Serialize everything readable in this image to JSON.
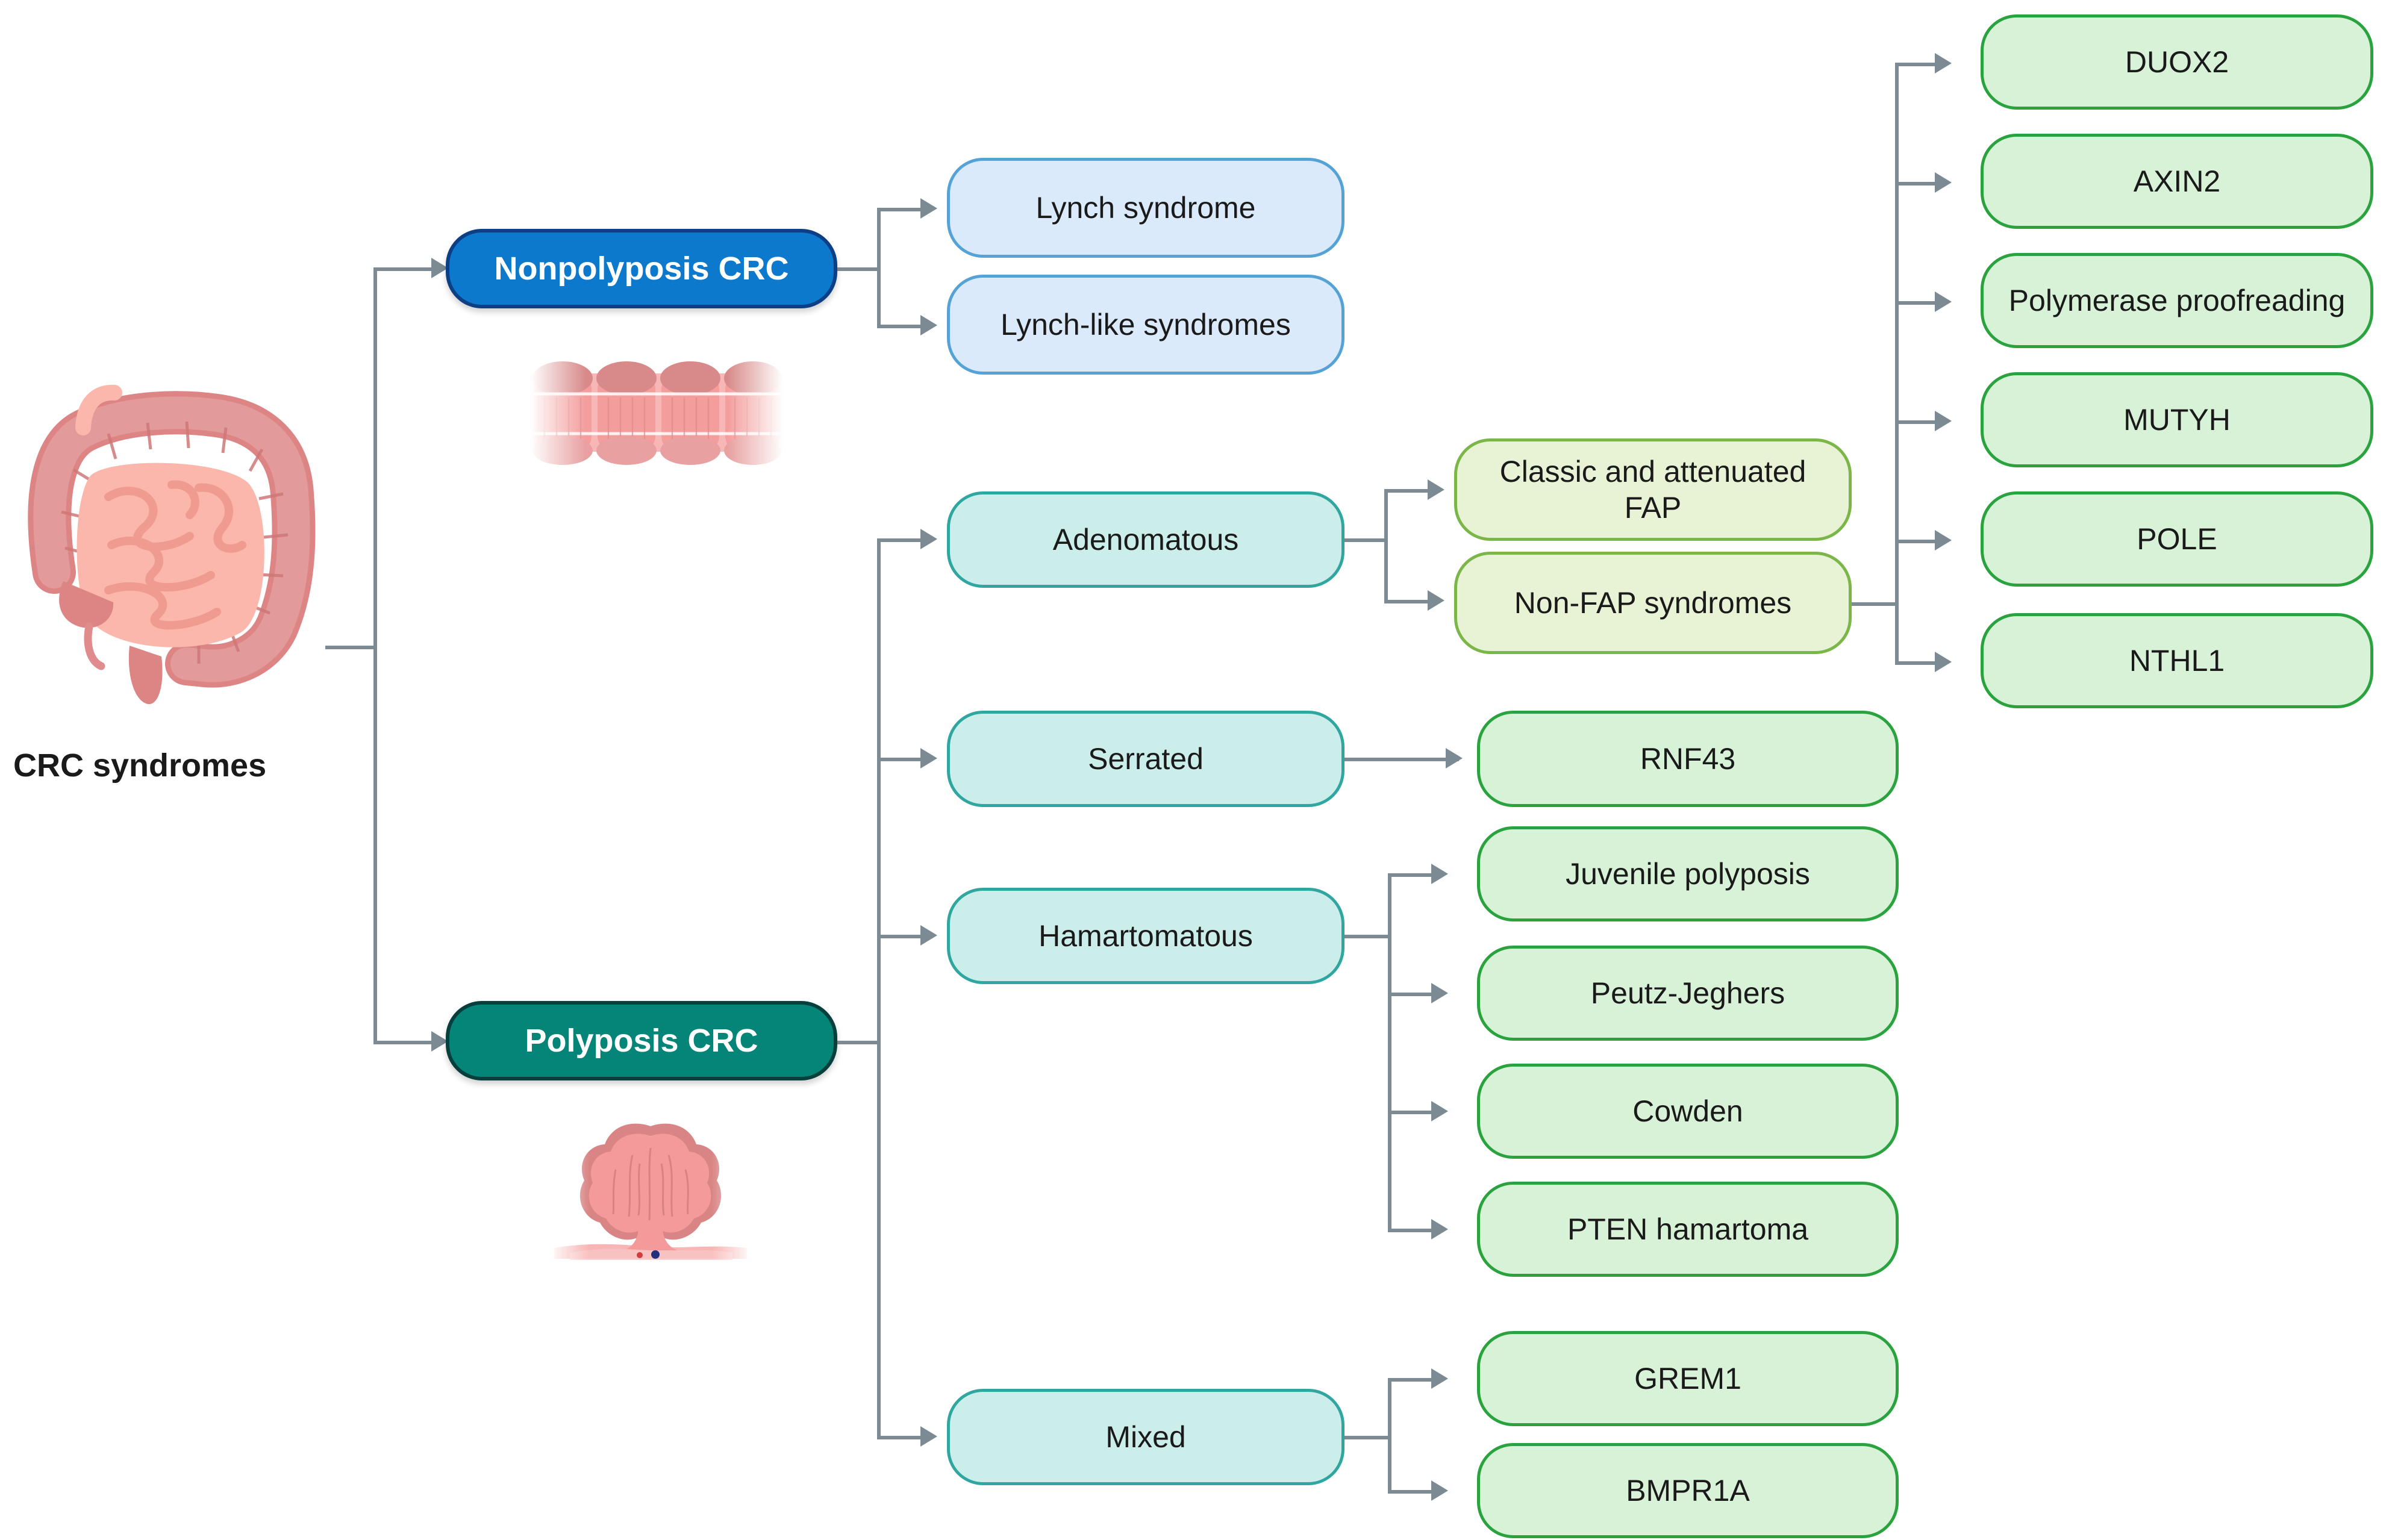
{
  "diagram": {
    "root": {
      "label": "CRC syndromes",
      "icon": "large-intestine-illustration"
    },
    "branches": [
      {
        "id": "nonpolyposis",
        "label": "Nonpolyposis CRC",
        "icon": "colon-mucosa-illustration",
        "children": [
          {
            "label": "Lynch syndrome"
          },
          {
            "label": "Lynch-like syndromes"
          }
        ]
      },
      {
        "id": "polyposis",
        "label": "Polyposis CRC",
        "icon": "colon-polyp-illustration",
        "children": [
          {
            "label": "Adenomatous",
            "children": [
              {
                "label": "Classic and attenuated FAP",
                "children": []
              },
              {
                "label": "Non-FAP syndromes",
                "children": [
                  {
                    "label": "DUOX2"
                  },
                  {
                    "label": "AXIN2"
                  },
                  {
                    "label": "Polymerase proofreading"
                  },
                  {
                    "label": "MUTYH"
                  },
                  {
                    "label": "POLE"
                  },
                  {
                    "label": "NTHL1"
                  }
                ]
              }
            ]
          },
          {
            "label": "Serrated",
            "children": [
              {
                "label": "RNF43"
              }
            ]
          },
          {
            "label": "Hamartomatous",
            "children": [
              {
                "label": "Juvenile polyposis"
              },
              {
                "label": "Peutz-Jeghers"
              },
              {
                "label": "Cowden"
              },
              {
                "label": "PTEN hamartoma"
              }
            ]
          },
          {
            "label": "Mixed",
            "children": [
              {
                "label": "GREM1"
              },
              {
                "label": "BMPR1A"
              }
            ]
          }
        ]
      }
    ]
  },
  "colors": {
    "background": "#ffffff",
    "blue_fill": "#0c79cc",
    "blue_border": "#0d3f86",
    "teal_fill": "#048578",
    "teal_border": "#073f3c",
    "lightblue_fill": "#daeafa",
    "lightblue_border": "#55a3d6",
    "cyan_fill": "#cceeeb",
    "cyan_border": "#2fa6a0",
    "olive_fill": "#e8f2d5",
    "olive_border": "#7bb648",
    "green_fill": "#d8f2d8",
    "green_border": "#2aa33f",
    "connector": "#7b8a93",
    "text_dark": "#1a1a1a",
    "text_light": "#ffffff"
  }
}
